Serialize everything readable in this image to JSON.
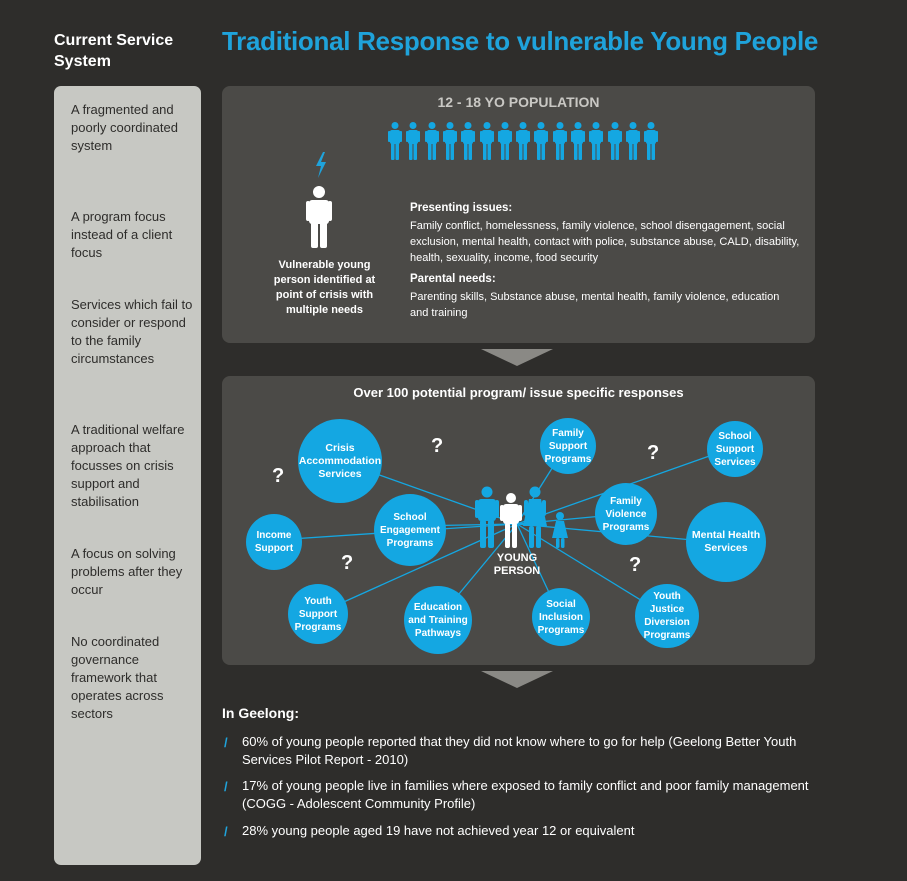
{
  "sidebar": {
    "title": "Current Service System",
    "items": [
      "A fragmented and poorly coordinated system",
      "A program focus instead of a client focus",
      "Services which fail to consider or respond to the family circumstances",
      "A traditional welfare approach that focusses on crisis support and stabilisation",
      "A focus on solving problems after they occur",
      "No coordinated governance framework that operates across sectors"
    ]
  },
  "main_title": "Traditional Response to vulnerable Young People",
  "population": {
    "title": "12 - 18 YO POPULATION",
    "person_count": 15,
    "vulnerable_caption": "Vulnerable young person identified at point of crisis with multiple needs",
    "presenting_heading": "Presenting issues:",
    "presenting_text": "Family conflict, homelessness, family violence, school disengagement, social exclusion, mental health, contact with police, substance abuse, CALD, disability, health, sexuality, income, food security",
    "parental_heading": "Parental needs:",
    "parental_text": "Parenting skills, Substance abuse, mental health, family violence, education and training"
  },
  "responses": {
    "title": "Over 100 potential program/ issue specific responses",
    "center_label": "YOUNG PERSON",
    "question_mark": "?",
    "services": [
      "Crisis Accommodation Services",
      "Family Support Programs",
      "School Support Services",
      "Income Support",
      "School Engagement Programs",
      "Family Violence Programs",
      "Mental Health Services",
      "Youth Support Programs",
      "Education and Training Pathways",
      "Social Inclusion Programs",
      "Youth Justice Diversion Programs"
    ]
  },
  "geelong": {
    "title": "In Geelong:",
    "bullet": "/",
    "facts": [
      "60% of young people reported that they did not know where to go for help (Geelong Better Youth Services Pilot Report - 2010)",
      "17% of young people live in families where exposed to family conflict and poor family management (COGG - Adolescent Community Profile)",
      "28% young people aged 19 have not achieved year 12 or equivalent"
    ]
  },
  "colors": {
    "background": "#2e2d2b",
    "accent_blue": "#1fa3db",
    "circle_blue": "#14a7e2",
    "panel": "#4b4a47",
    "sidebar": "#c7c8c3",
    "arrow": "#8a8985"
  }
}
